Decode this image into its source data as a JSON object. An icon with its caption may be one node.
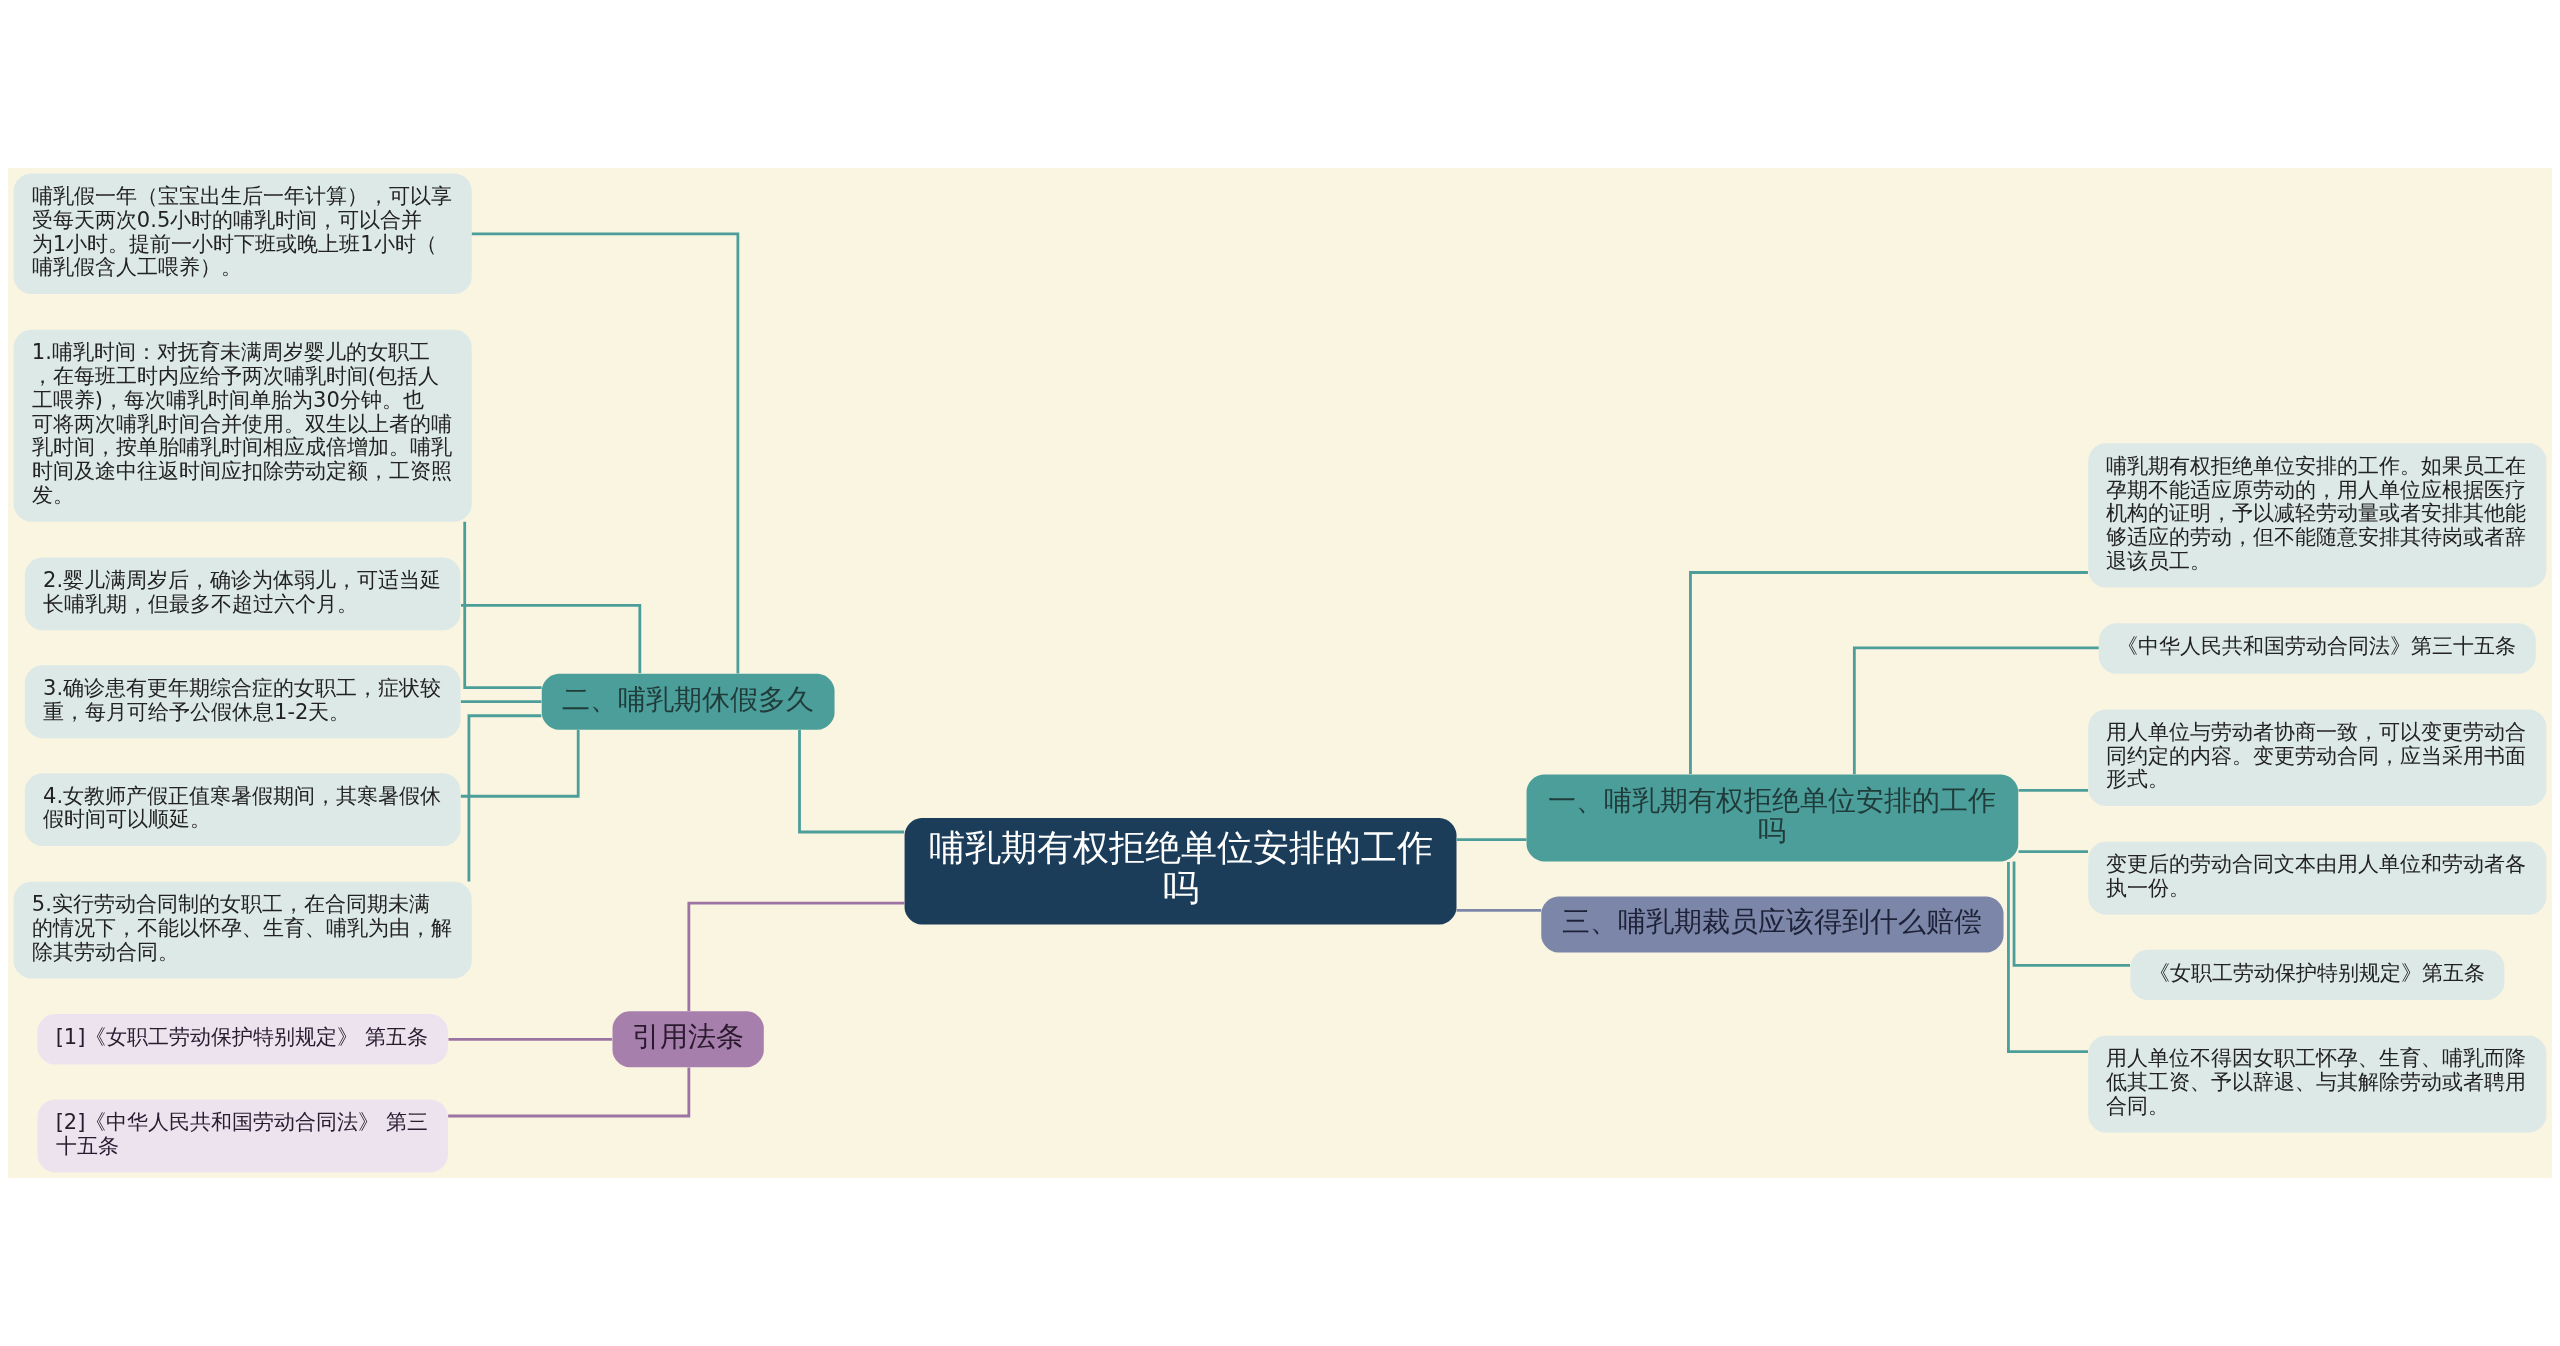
{
  "diagram": {
    "nodes": [
      {
        "text": [
          "哺乳期有权拒绝单位安排的工作吗"
        ]
      },
      {
        "text": [
          "二、哺乳期休假多久"
        ]
      },
      {
        "text": [
          "哺乳假一年（宝宝出生后一年计算），可以享受每天两次0.5小时的哺乳时间，可以合并为1小时。提前一小时下班或晚上班1小时（哺乳假含人工喂养）。"
        ]
      },
      {
        "text": [
          "1.哺乳时间：对抚育未满周岁婴儿的女职工，在每班工时内应给予两次哺乳时间(包括人工喂养)，每次哺乳时间单胎为30分钟。也可将两次哺乳时间合并使用。双生以上者的哺乳时间，按单胎哺乳时间相应成倍增加。哺乳时间及途中往返时间应扣除劳动定额，工资照发。"
        ]
      },
      {
        "text": [
          "2.婴儿满周岁后，确诊为体弱儿，可适当延长哺乳期，但最多不超过六个月。"
        ]
      },
      {
        "text": [
          "3.确诊患有更年期综合症的女职工，症状较重，每月可给予公假休息1-2天。"
        ]
      },
      {
        "text": [
          "4.女教师产假正值寒暑假期间，其寒暑假休假时间可以顺延。"
        ]
      },
      {
        "text": [
          "5.实行劳动合同制的女职工，在合同期未满的情况下，不能以怀孕、生育、哺乳为由，解除其劳动合同。"
        ]
      },
      {
        "text": [
          "引用法条"
        ]
      },
      {
        "text": [
          "[1]《女职工劳动保护特别规定》 第五条"
        ]
      },
      {
        "text": [
          "[2]《中华人民共和国劳动合同法》 第三十五条"
        ]
      },
      {
        "text": [
          "一、哺乳期有权拒绝单位安排的工作吗"
        ]
      },
      {
        "text": [
          "哺乳期有权拒绝单位安排的工作。如果员工在孕期不能适应原劳动的，用人单位应根据医疗机构的证明，予以减轻劳动量或者安排其他能够适应的劳动，但不能随意安排其待岗或者辞退该员工。"
        ]
      },
      {
        "text": [
          "《中华人民共和国劳动合同法》第三十五条"
        ]
      },
      {
        "text": [
          "用人单位与劳动者协商一致，可以变更劳动合同约定的内容。变更劳动合同，应当采用书面形式。"
        ]
      },
      {
        "text": [
          "变更后的劳动合同文本由用人单位和劳动者各执一份。"
        ]
      },
      {
        "text": [
          "《女职工劳动保护特别规定》第五条"
        ]
      },
      {
        "text": [
          "用人单位不得因女职工怀孕、生育、哺乳而降低其工资、予以辞退、与其解除劳动或者聘用合同。"
        ]
      },
      {
        "text": [
          "三、哺乳期裁员应该得到什么赔偿"
        ]
      }
    ],
    "edges": [
      {
        "from": 0,
        "to": 1,
        "arrow": "none"
      },
      {
        "from": 1,
        "to": 2,
        "arrow": "none"
      },
      {
        "from": 1,
        "to": 3,
        "arrow": "none"
      },
      {
        "from": 1,
        "to": 4,
        "arrow": "none"
      },
      {
        "from": 1,
        "to": 5,
        "arrow": "none"
      },
      {
        "from": 1,
        "to": 6,
        "arrow": "none"
      },
      {
        "from": 1,
        "to": 7,
        "arrow": "none"
      },
      {
        "from": 0,
        "to": 8,
        "arrow": "none",
        "color": "#9b74a3"
      },
      {
        "from": 8,
        "to": 9,
        "arrow": "none",
        "color": "#9b74a3"
      },
      {
        "from": 8,
        "to": 10,
        "arrow": "none",
        "color": "#9b74a3"
      },
      {
        "from": 0,
        "to": 11,
        "arrow": "none"
      },
      {
        "from": 11,
        "to": 12,
        "arrow": "none"
      },
      {
        "from": 11,
        "to": 13,
        "arrow": "none"
      },
      {
        "from": 11,
        "to": 14,
        "arrow": "none"
      },
      {
        "from": 11,
        "to": 15,
        "arrow": "none"
      },
      {
        "from": 11,
        "to": 16,
        "arrow": "none"
      },
      {
        "from": 11,
        "to": 17,
        "arrow": "none"
      },
      {
        "from": 0,
        "to": 18,
        "arrow": "none",
        "color": "#7c86a8"
      }
    ]
  }
}
